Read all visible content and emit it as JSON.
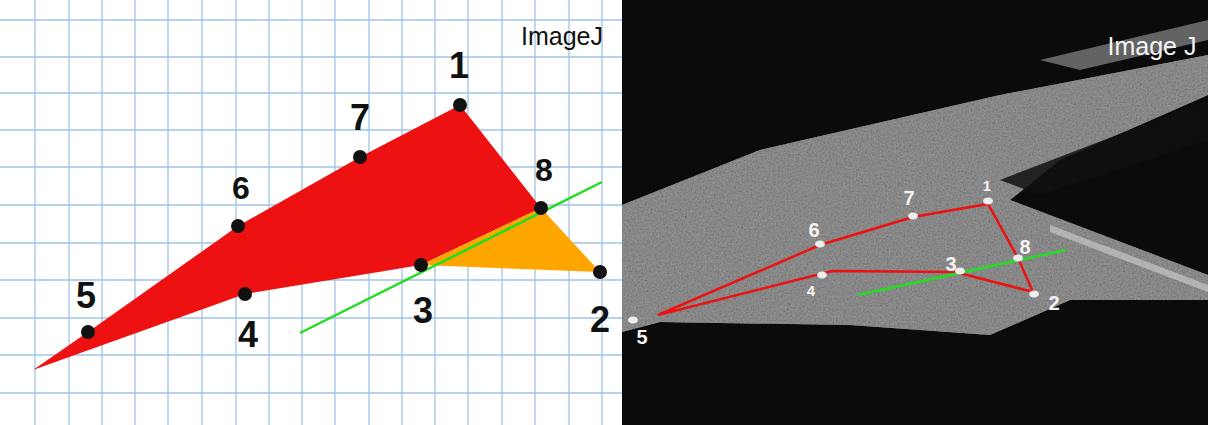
{
  "diagram": {
    "labels": [
      "ImageJ",
      "1",
      "7",
      "8",
      "6",
      "5",
      "4",
      "3",
      "2",
      "Image J",
      "1",
      "7",
      "6",
      "8",
      "4",
      "3",
      "2",
      "5"
    ]
  }
}
